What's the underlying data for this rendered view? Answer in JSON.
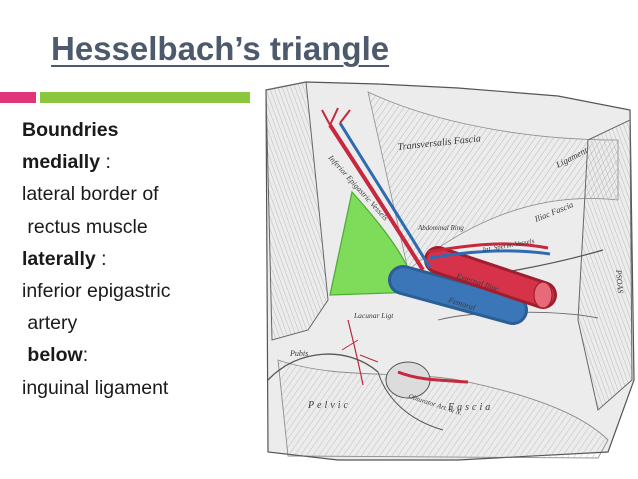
{
  "slide": {
    "title": "Hesselbach’s triangle",
    "colors": {
      "title": "#4d5a6e",
      "pink_bar": "#e0357a",
      "green_bar": "#8cc63f",
      "triangle": "#7fdc5a",
      "artery": "#d6334a",
      "vein": "#3a76b8"
    }
  },
  "bullets": {
    "l1": "Boundries",
    "l2_bold": "medially",
    "l2_rest": " :",
    "l3": "lateral border of",
    "l4": " rectus muscle",
    "l5_bold": "laterally",
    "l5_rest": " :",
    "l6": "inferior epigastric",
    "l7": " artery",
    "l8_pre": " ",
    "l8_bold": "below",
    "l8_rest": ":",
    "l9": "inguinal ligament"
  },
  "figure": {
    "labels": {
      "transversalis": "Transversalis Fascia",
      "ligament": "Ligament",
      "epigastric": "Inferior Epigastric Vessels",
      "iliac_fascia": "Iliac Fascia",
      "spermatic": "Int. Sperm. Vessels",
      "abdominal": "Abdominal Ring",
      "external_iliac": "External Iliac",
      "lacunar": "Lacunar Ligt",
      "femoral": "Femoral",
      "pubis": "Pubis",
      "pelvic": "Pelvic",
      "fascia": "Fascia",
      "obturator": "Obturator Art. & N.",
      "psoas": "PSOAS"
    }
  }
}
